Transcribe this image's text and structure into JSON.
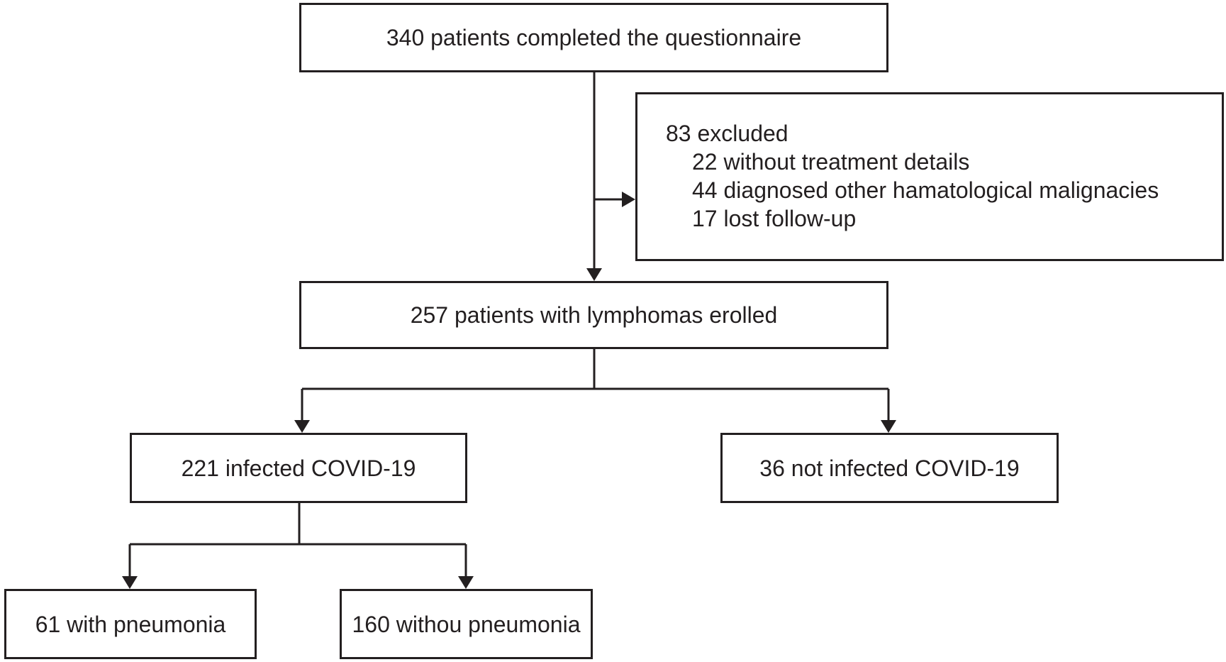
{
  "nodes": {
    "questionnaire": {
      "text": "340 patients  completed the questionnaire"
    },
    "excluded": {
      "header": "83 excluded",
      "items": [
        "22 without treatment details",
        "44  diagnosed  other hamatological malignacies",
        "17 lost follow-up"
      ]
    },
    "enrolled": {
      "text": "257 patients with lymphomas erolled"
    },
    "infected": {
      "text": "221 infected COVID-19"
    },
    "not_infected": {
      "text": "36 not infected COVID-19"
    },
    "with_pneumonia": {
      "text": "61 with pneumonia"
    },
    "without_pneumonia": {
      "text": "160 withou pneumonia"
    }
  },
  "colors": {
    "stroke": "#231f20",
    "background": "#ffffff"
  }
}
